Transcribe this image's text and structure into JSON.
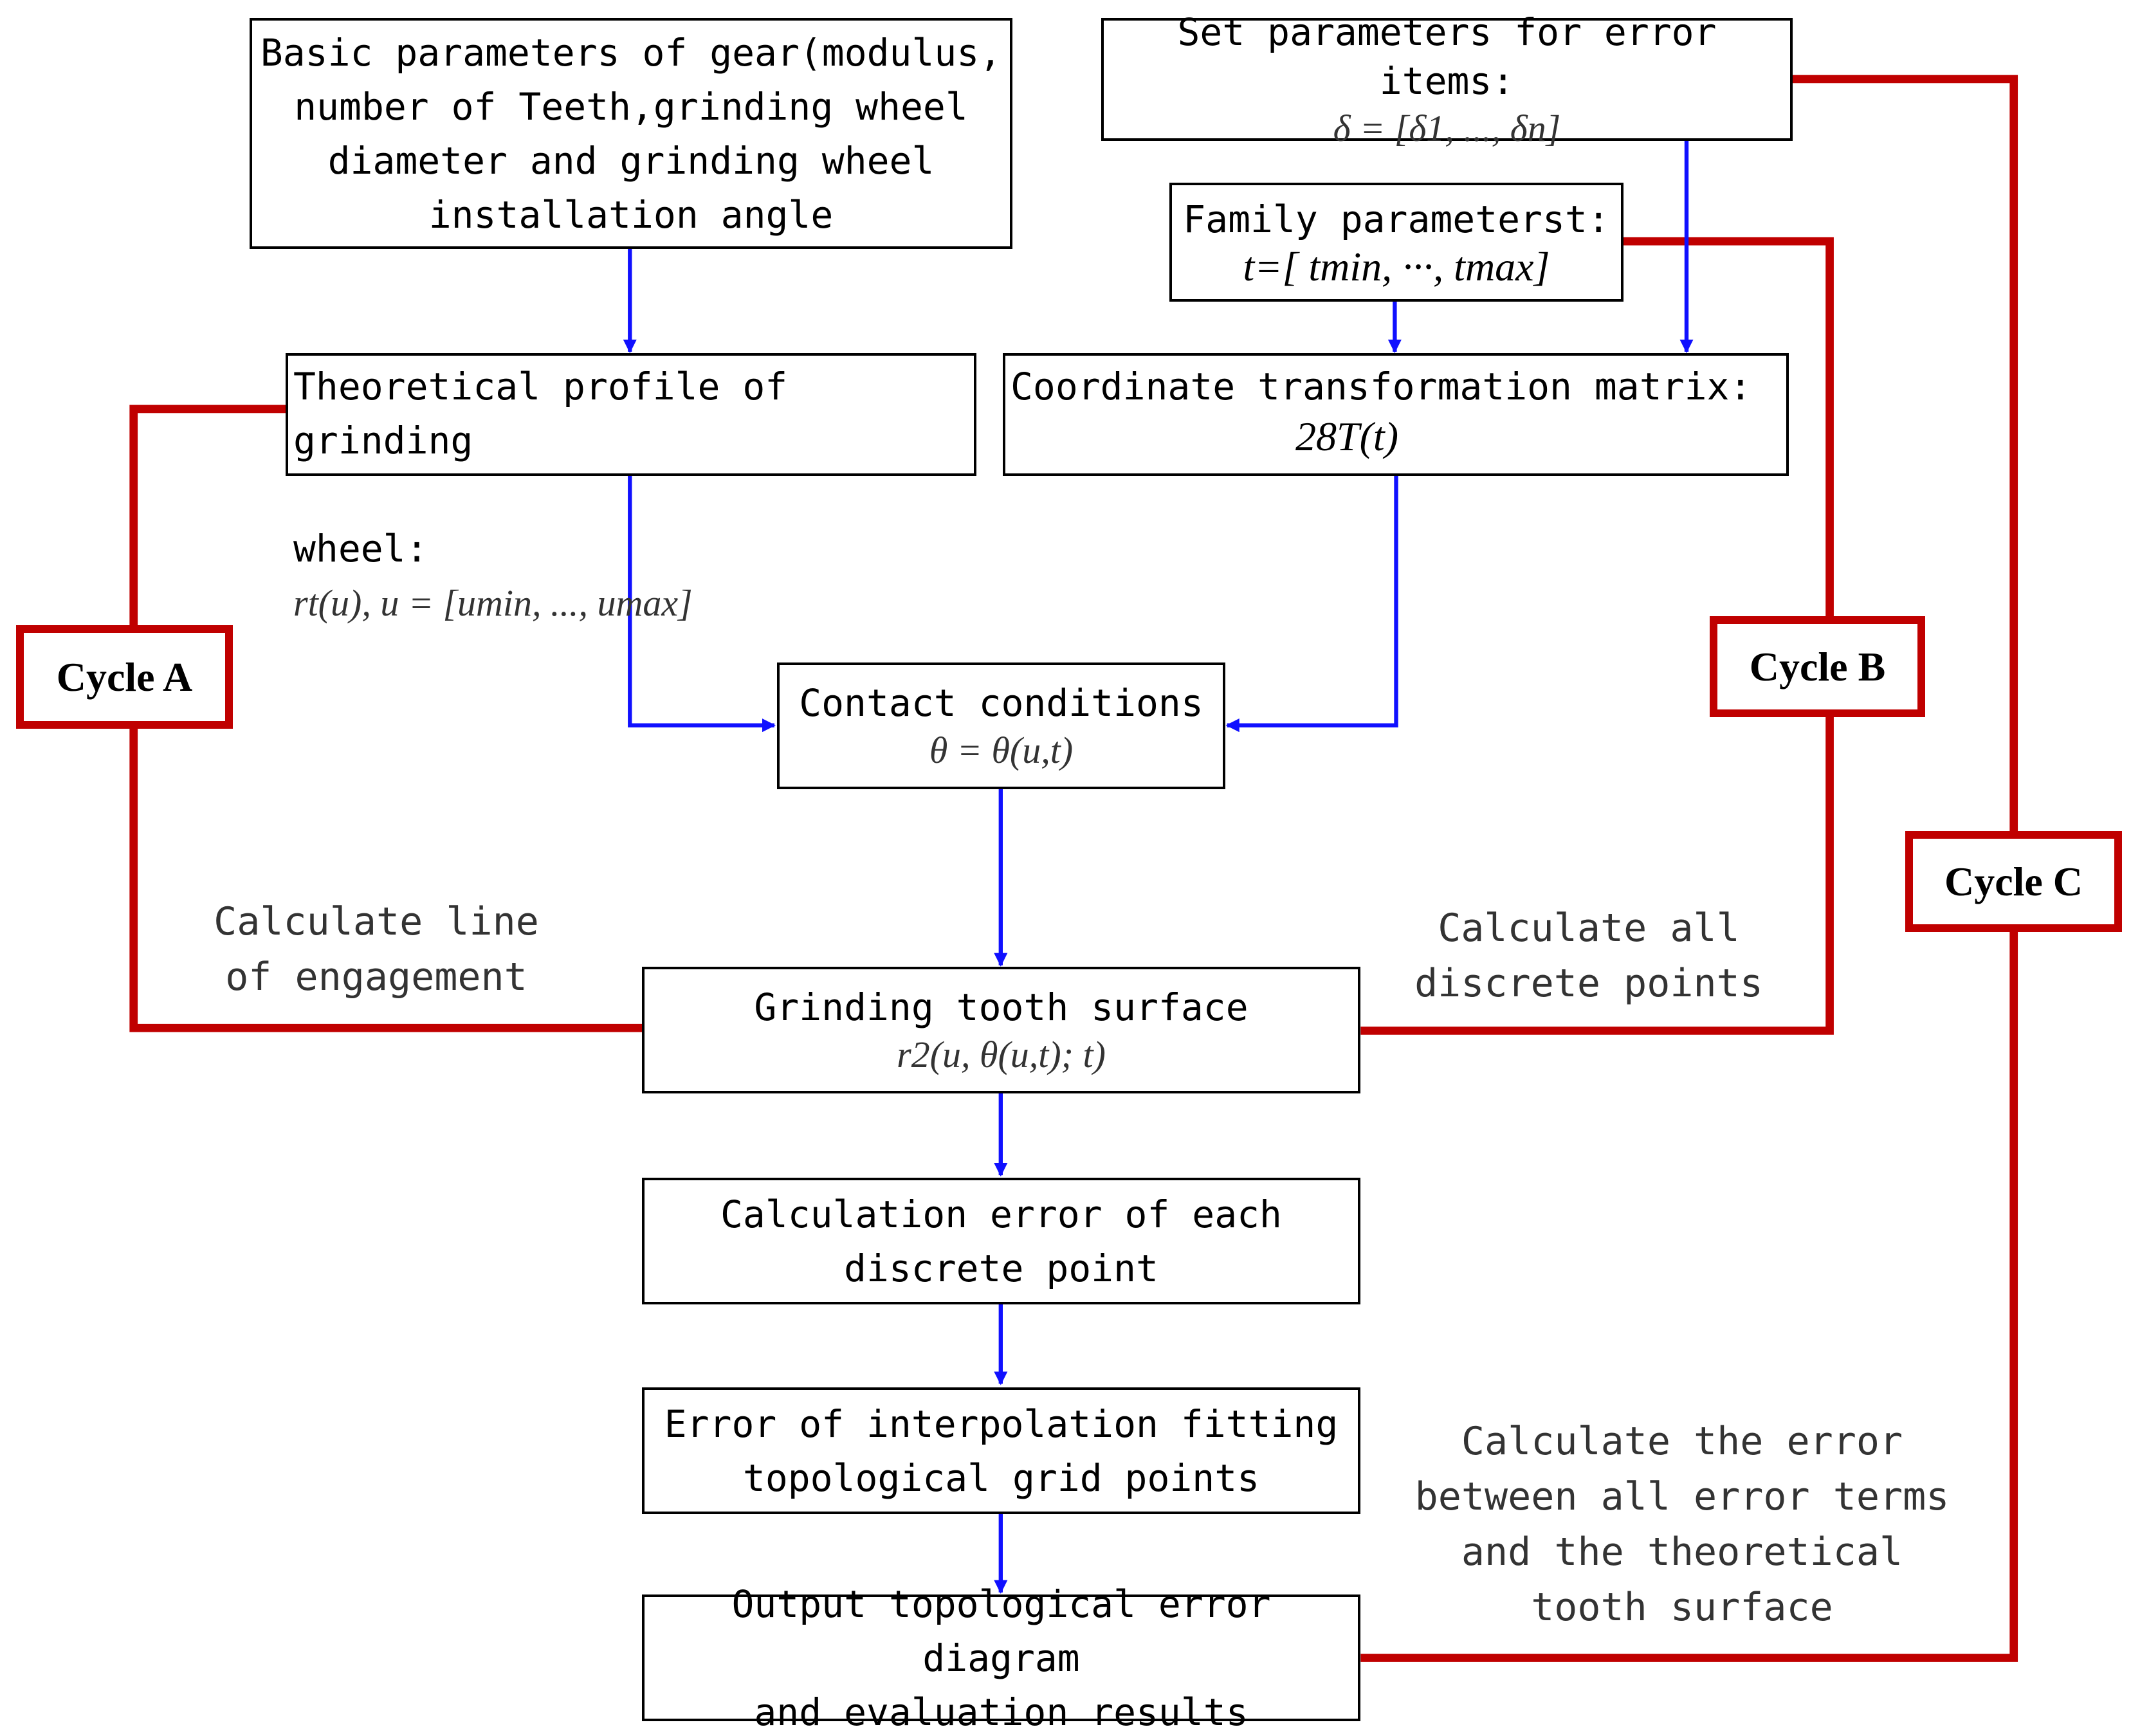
{
  "colors": {
    "flow_arrow": "#1010ff",
    "cycle_line": "#c00000",
    "box_border": "#000000"
  },
  "boxes": {
    "basic_parameters": "Basic parameters of gear(modulus,\nnumber of Teeth,grinding wheel\ndiameter and grinding wheel\ninstallation angle",
    "error_items": {
      "title": "Set parameters for error items:",
      "formula": "δ = [δ1, ..., δn]"
    },
    "family_parameters": {
      "title": "Family parameterst:",
      "formula": "t=[ tmin, ···, tmax]"
    },
    "theoretical_profile": {
      "title": "Theoretical profile of grinding",
      "prefix": "wheel:",
      "formula": "rt(u), u = [umin, ..., umax]"
    },
    "coordinate_matrix": {
      "title": "Coordinate transformation matrix:",
      "formula": "28T(t)"
    },
    "contact_conditions": {
      "title": "Contact conditions",
      "formula": "θ = θ(u,t)"
    },
    "grinding_surface": {
      "title": "Grinding tooth surface",
      "formula": "r2(u, θ(u,t); t)"
    },
    "calculation_error": "Calculation error of each\ndiscrete point",
    "interpolation_error": "Error of interpolation fitting\ntopological grid points",
    "output": "Output topological error diagram\nand evaluation results"
  },
  "cycles": {
    "a": "Cycle A",
    "b": "Cycle B",
    "c": "Cycle C"
  },
  "notes": {
    "line_of_engagement": "Calculate line\nof engagement",
    "discrete_points": "Calculate all\ndiscrete points",
    "error_between": "Calculate the error\nbetween all error terms\nand the theoretical\ntooth surface"
  }
}
